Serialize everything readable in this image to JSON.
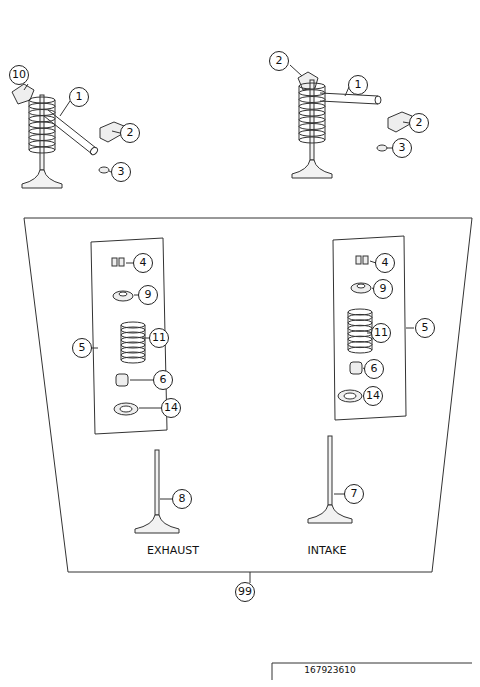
{
  "diagram": {
    "labels": [
      "10",
      "1",
      "2",
      "3",
      "2",
      "1",
      "2",
      "3",
      "4",
      "9",
      "5",
      "11",
      "6",
      "14",
      "4",
      "9",
      "11",
      "5",
      "6",
      "14",
      "8",
      "7",
      "EXHAUST",
      "INTAKE",
      "99",
      "167923610"
    ]
  }
}
